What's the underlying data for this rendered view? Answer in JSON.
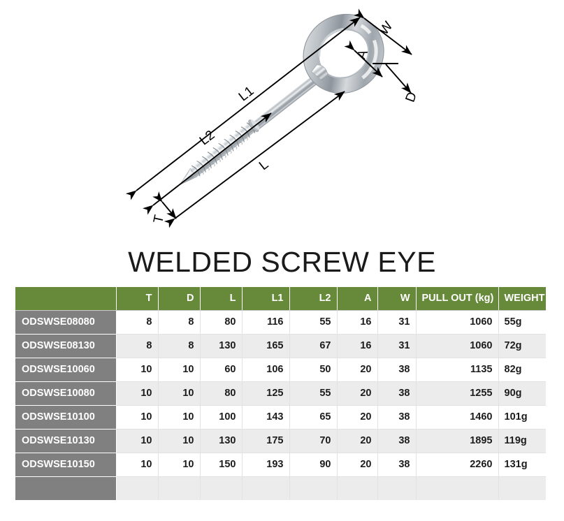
{
  "page": {
    "title": "WELDED SCREW EYE",
    "background_color": "#ffffff"
  },
  "colors": {
    "header_green": "#67893a",
    "row_label_gray": "#808080",
    "row_alt_gray": "#ececec",
    "row_white": "#ffffff",
    "text_dark": "#1c1c1c",
    "grid_line": "#e2e2e2"
  },
  "diagram": {
    "name": "welded-screw-eye-dimension-diagram",
    "description": "Stainless steel welded screw eye shown at an angle with dimension callout arrows",
    "dimension_labels": [
      {
        "id": "L1",
        "label": "L1",
        "meaning": "overall length including eye"
      },
      {
        "id": "L2",
        "label": "L2",
        "meaning": "threaded length"
      },
      {
        "id": "L",
        "label": "L",
        "meaning": "length under eye"
      },
      {
        "id": "T",
        "label": "T",
        "meaning": "thread diameter"
      },
      {
        "id": "A",
        "label": "A",
        "meaning": "inside eye diameter"
      },
      {
        "id": "W",
        "label": "W",
        "meaning": "outside eye width"
      },
      {
        "id": "D",
        "label": "D",
        "meaning": "eye wire diameter"
      }
    ]
  },
  "table": {
    "name": "screw-eye-specification-table",
    "columns": [
      {
        "key": "code",
        "label": "",
        "align": "left"
      },
      {
        "key": "t",
        "label": "T",
        "align": "right"
      },
      {
        "key": "d",
        "label": "D",
        "align": "right"
      },
      {
        "key": "l",
        "label": "L",
        "align": "right"
      },
      {
        "key": "l1",
        "label": "L1",
        "align": "right"
      },
      {
        "key": "l2",
        "label": "L2",
        "align": "right"
      },
      {
        "key": "a",
        "label": "A",
        "align": "right"
      },
      {
        "key": "w",
        "label": "W",
        "align": "right"
      },
      {
        "key": "pull",
        "label": "PULL OUT (kg)",
        "align": "right"
      },
      {
        "key": "weight",
        "label": "WEIGHT",
        "align": "left"
      }
    ],
    "rows": [
      {
        "code": "ODSWSE08080",
        "t": "8",
        "d": "8",
        "l": "80",
        "l1": "116",
        "l2": "55",
        "a": "16",
        "w": "31",
        "pull": "1060",
        "weight": "55g"
      },
      {
        "code": "ODSWSE08130",
        "t": "8",
        "d": "8",
        "l": "130",
        "l1": "165",
        "l2": "67",
        "a": "16",
        "w": "31",
        "pull": "1060",
        "weight": "72g"
      },
      {
        "code": "ODSWSE10060",
        "t": "10",
        "d": "10",
        "l": "60",
        "l1": "106",
        "l2": "50",
        "a": "20",
        "w": "38",
        "pull": "1135",
        "weight": "82g"
      },
      {
        "code": "ODSWSE10080",
        "t": "10",
        "d": "10",
        "l": "80",
        "l1": "125",
        "l2": "55",
        "a": "20",
        "w": "38",
        "pull": "1255",
        "weight": "90g"
      },
      {
        "code": "ODSWSE10100",
        "t": "10",
        "d": "10",
        "l": "100",
        "l1": "143",
        "l2": "65",
        "a": "20",
        "w": "38",
        "pull": "1460",
        "weight": "101g"
      },
      {
        "code": "ODSWSE10130",
        "t": "10",
        "d": "10",
        "l": "130",
        "l1": "175",
        "l2": "70",
        "a": "20",
        "w": "38",
        "pull": "1895",
        "weight": "119g"
      },
      {
        "code": "ODSWSE10150",
        "t": "10",
        "d": "10",
        "l": "150",
        "l1": "193",
        "l2": "90",
        "a": "20",
        "w": "38",
        "pull": "2260",
        "weight": "131g"
      },
      {
        "code": "",
        "t": "",
        "d": "",
        "l": "",
        "l1": "",
        "l2": "",
        "a": "",
        "w": "",
        "pull": "",
        "weight": ""
      }
    ]
  }
}
